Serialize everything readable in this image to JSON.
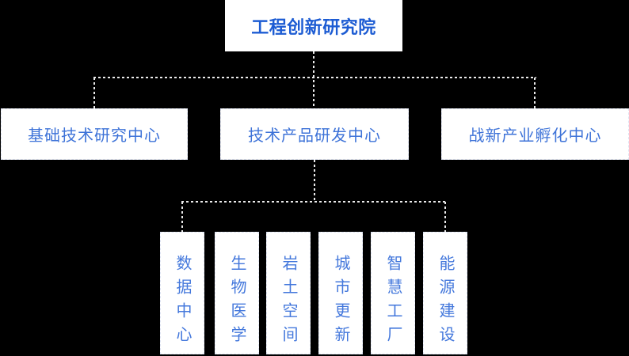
{
  "colors": {
    "bg": "#000000",
    "node-bg": "#ffffff",
    "node-border": "#dfe4f3",
    "connector": "#ebebeb",
    "title-color": "#1d5cd3",
    "node-text": "#3e73d8",
    "branch-text": "#4478dc"
  },
  "org_chart": {
    "root": {
      "label": "工程创新研究院"
    },
    "level2": [
      {
        "label": "基础技术研究中心"
      },
      {
        "label": "技术产品研发中心"
      },
      {
        "label": "战新产业孵化中心"
      }
    ],
    "level3": [
      {
        "label": "数据中心"
      },
      {
        "label": "生物医学"
      },
      {
        "label": "岩土空间"
      },
      {
        "label": "城市更新"
      },
      {
        "label": "智慧工厂"
      },
      {
        "label": "能源建设"
      }
    ]
  }
}
